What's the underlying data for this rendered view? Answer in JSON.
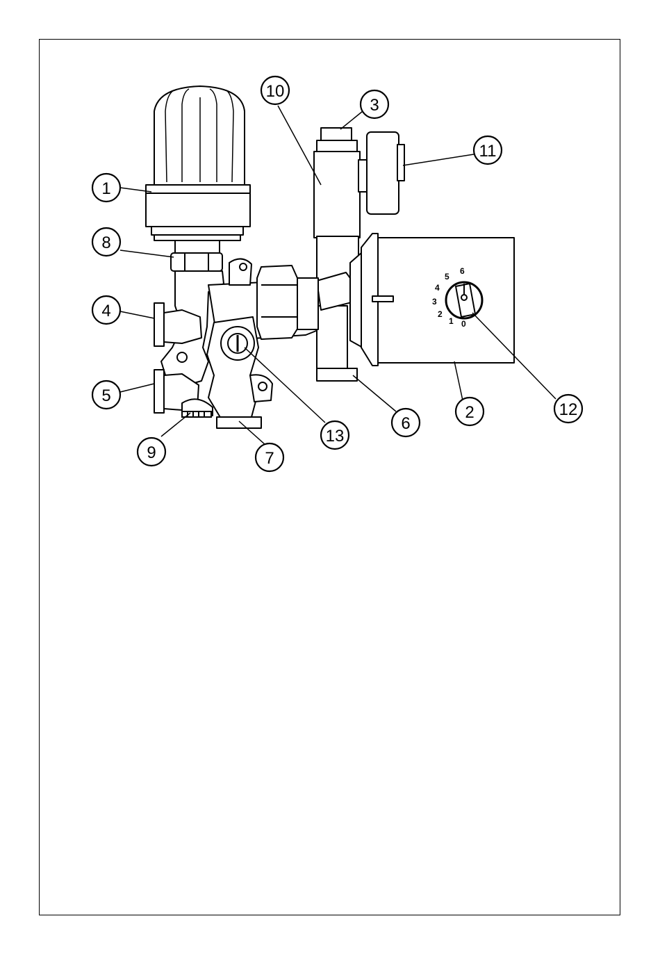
{
  "diagram": {
    "callouts": [
      "1",
      "2",
      "3",
      "4",
      "5",
      "6",
      "7",
      "8",
      "9",
      "10",
      "11",
      "12",
      "13"
    ],
    "dial_scale": [
      "0",
      "1",
      "2",
      "3",
      "4",
      "5",
      "6"
    ]
  }
}
